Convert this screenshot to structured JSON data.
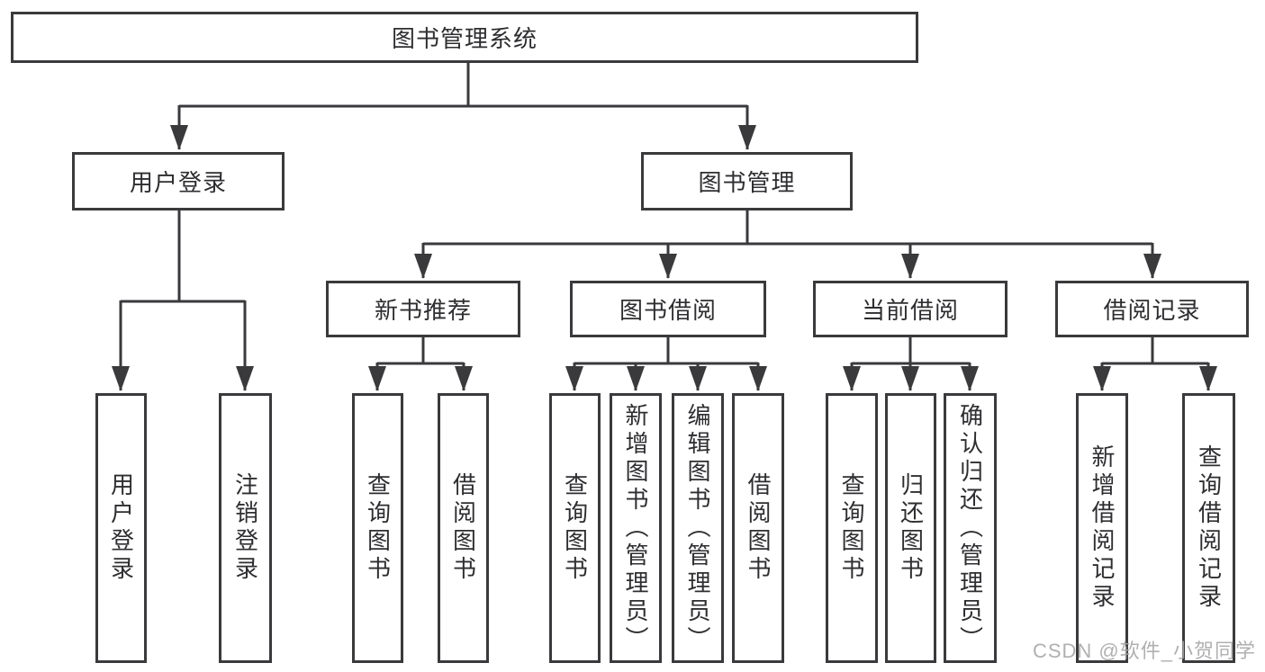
{
  "diagram": {
    "root": {
      "label": "图书管理系统",
      "children": [
        {
          "label": "用户登录",
          "children": [
            {
              "label": "用户登录"
            },
            {
              "label": "注销登录"
            }
          ]
        },
        {
          "label": "图书管理",
          "children": [
            {
              "label": "新书推荐",
              "children": [
                {
                  "label": "查询图书"
                },
                {
                  "label": "借阅图书"
                }
              ]
            },
            {
              "label": "图书借阅",
              "children": [
                {
                  "label": "查询图书"
                },
                {
                  "label": "新增图书（管理员）"
                },
                {
                  "label": "编辑图书（管理员）"
                },
                {
                  "label": "借阅图书"
                }
              ]
            },
            {
              "label": "当前借阅",
              "children": [
                {
                  "label": "查询图书"
                },
                {
                  "label": "归还图书"
                },
                {
                  "label": "确认归还（管理员）"
                }
              ]
            },
            {
              "label": "借阅记录",
              "children": [
                {
                  "label": "新增借阅记录"
                },
                {
                  "label": "查询借阅记录"
                }
              ]
            }
          ]
        }
      ]
    },
    "colors": {
      "line": "#3a3a3c",
      "text": "#2e2e31",
      "watermark": "#a5a5a5",
      "background": "#ffffff"
    },
    "watermark": "CSDN @软件_小贺同学"
  }
}
